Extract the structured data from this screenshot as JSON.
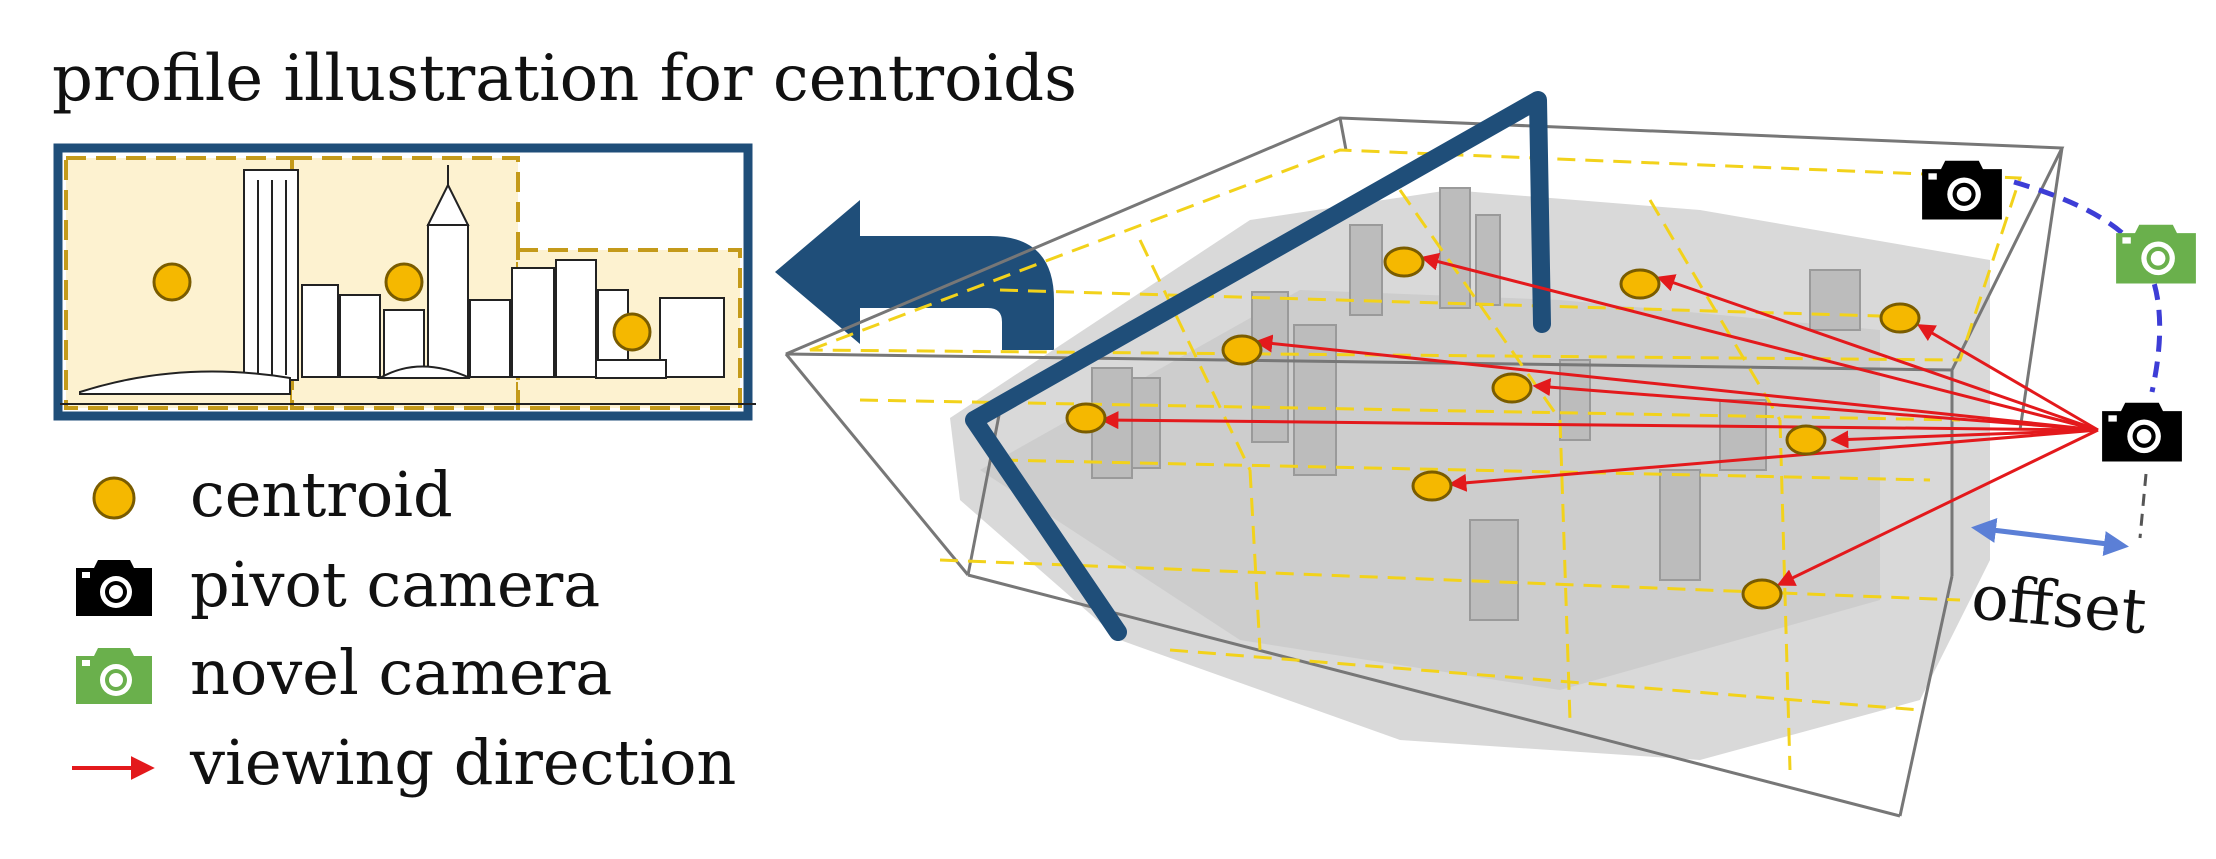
{
  "title": "profile illustration for centroids",
  "legend": {
    "centroid": "centroid",
    "pivot_camera": "pivot camera",
    "novel_camera": "novel camera",
    "viewing_direction": "viewing direction"
  },
  "offset_label": "offset",
  "colors": {
    "centroid_fill": "#f5b800",
    "centroid_stroke": "#7a5c00",
    "pivot_camera": "#000000",
    "novel_camera": "#6ab04c",
    "viewing_direction": "#e3191c",
    "frame": "#1f4e79",
    "dashed_cell": "#f2d21b",
    "profile_cell": "#c49a1a",
    "profile_fill": "#fdf2d0",
    "offset_arrow": "#5b7fd6",
    "camera_arc": "#3d3dd6",
    "box_edges": "#777777"
  },
  "icons": [
    "pivot-camera-icon",
    "novel-camera-icon",
    "centroid-icon",
    "viewing-direction-arrow-icon"
  ]
}
